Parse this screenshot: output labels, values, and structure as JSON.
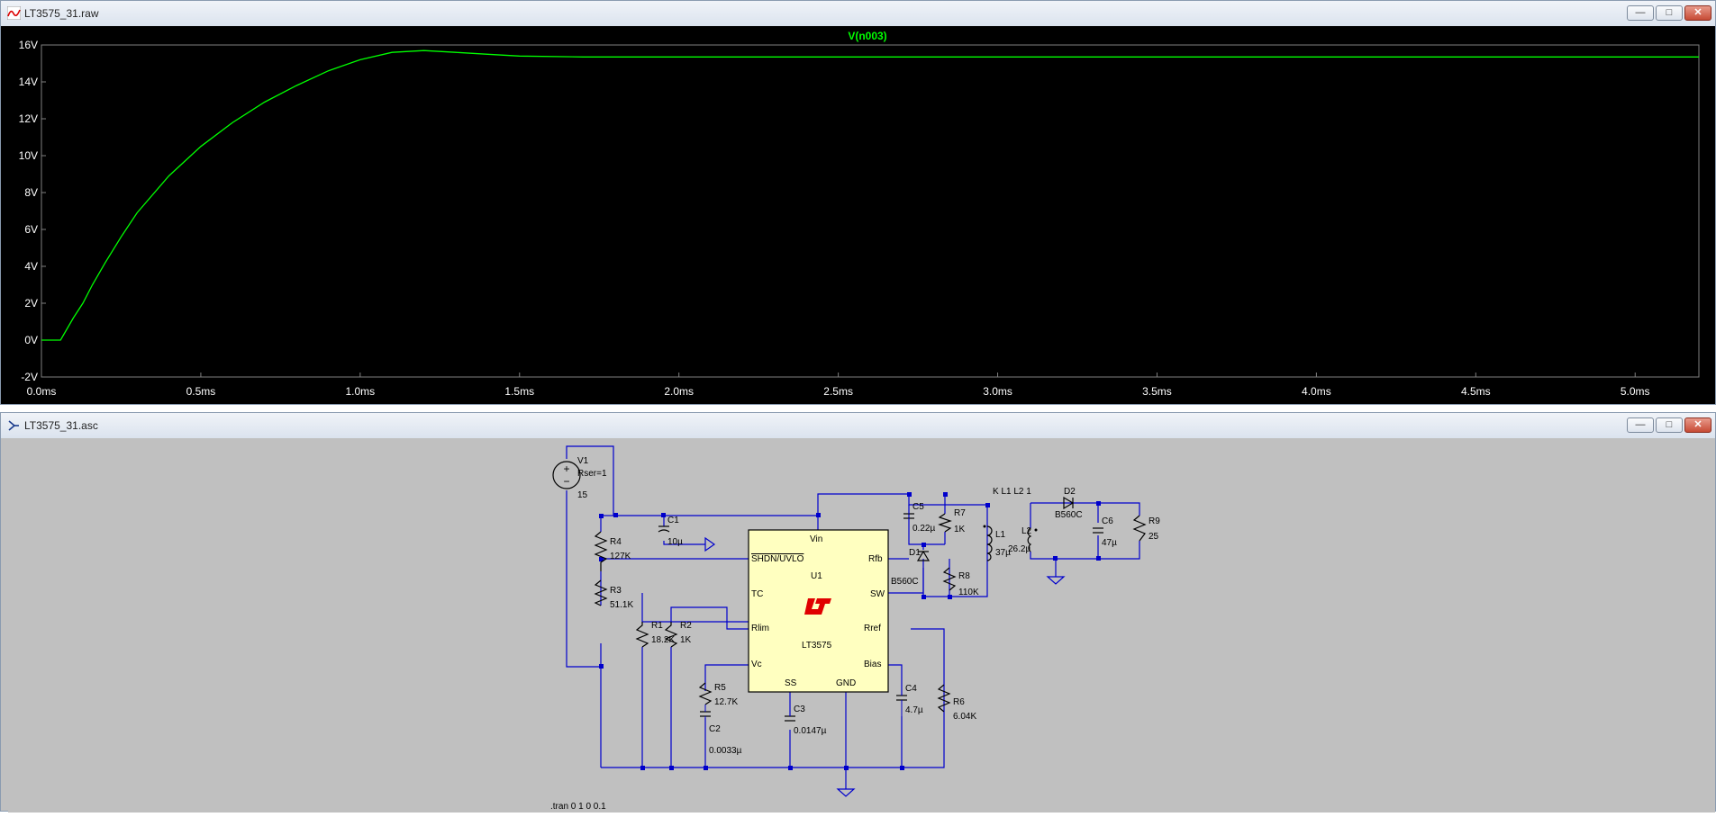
{
  "waveform_window": {
    "title": "LT3575_31.raw",
    "buttons": {
      "minimize": "—",
      "maximize": "□",
      "close": "✕"
    },
    "trace_label": "V(n003)",
    "trace_color": "#00ff00",
    "y_ticks": [
      "16V",
      "14V",
      "12V",
      "10V",
      "8V",
      "6V",
      "4V",
      "2V",
      "0V",
      "-2V"
    ],
    "x_ticks": [
      "0.0ms",
      "0.5ms",
      "1.0ms",
      "1.5ms",
      "2.0ms",
      "2.5ms",
      "3.0ms",
      "3.5ms",
      "4.0ms",
      "4.5ms",
      "5.0ms"
    ]
  },
  "chart_data": {
    "type": "line",
    "title": "V(n003)",
    "xlabel": "",
    "ylabel": "",
    "xlim": [
      0,
      5.2
    ],
    "ylim": [
      -2,
      16
    ],
    "x_unit": "ms",
    "y_unit": "V",
    "grid": false,
    "series": [
      {
        "name": "V(n003)",
        "x": [
          0,
          0.06,
          0.1,
          0.13,
          0.16,
          0.2,
          0.25,
          0.3,
          0.4,
          0.5,
          0.6,
          0.7,
          0.8,
          0.9,
          1.0,
          1.1,
          1.2,
          1.3,
          1.4,
          1.5,
          1.7,
          2.0,
          3.0,
          4.0,
          5.0,
          5.2
        ],
        "y": [
          0,
          0,
          1.2,
          2.0,
          3.0,
          4.2,
          5.6,
          6.9,
          8.9,
          10.5,
          11.8,
          12.9,
          13.8,
          14.6,
          15.2,
          15.6,
          15.7,
          15.6,
          15.5,
          15.4,
          15.35,
          15.35,
          15.35,
          15.35,
          15.35,
          15.35
        ]
      }
    ]
  },
  "schematic_window": {
    "title": "LT3575_31.asc",
    "buttons": {
      "minimize": "—",
      "maximize": "□",
      "close": "✕"
    },
    "labels": {
      "v1": "V1",
      "v1_rser": "Rser=1",
      "v1_val": "15",
      "c1": "C1",
      "c1_val": "10µ",
      "r4": "R4",
      "r4_val": "127K",
      "r3": "R3",
      "r3_val": "51.1K",
      "r1": "R1",
      "r1_val": "18.2K",
      "r2": "R2",
      "r2_val": "1K",
      "r5": "R5",
      "r5_val": "12.7K",
      "c2": "C2",
      "c2_val": "0.0033µ",
      "c3": "C3",
      "c3_val": "0.0147µ",
      "c4": "C4",
      "c4_val": "4.7µ",
      "r6": "R6",
      "r6_val": "6.04K",
      "c5": "C5",
      "c5_val": "0.22µ",
      "r7": "R7",
      "r7_val": "1K",
      "d1": "D1",
      "d1_val": "B560C",
      "r8": "R8",
      "r8_val": "110K",
      "l1": "L1",
      "l1_val": "37µ",
      "k": "K L1 L2 1",
      "d2": "D2",
      "d2_val": "B560C",
      "l2": "L2",
      "l2_val": "26.2µ",
      "c6": "C6",
      "c6_val": "47µ",
      "r9": "R9",
      "r9_val": "25",
      "u1": "U1",
      "ic_part": "LT3575",
      "pin_vin": "Vin",
      "pin_shdn": "SHDN/UVLO",
      "pin_tc": "TC",
      "pin_rlim": "Rlim",
      "pin_vc": "Vc",
      "pin_ss": "SS",
      "pin_gnd": "GND",
      "pin_bias": "Bias",
      "pin_rref": "Rref",
      "pin_sw": "SW",
      "pin_rfb": "Rfb",
      "directive": ".tran 0 1 0 0.1"
    },
    "colors": {
      "wire": "#0000cc",
      "ic_fill": "#ffffc0",
      "lt_logo": "#e00000",
      "text": "#000000"
    }
  }
}
